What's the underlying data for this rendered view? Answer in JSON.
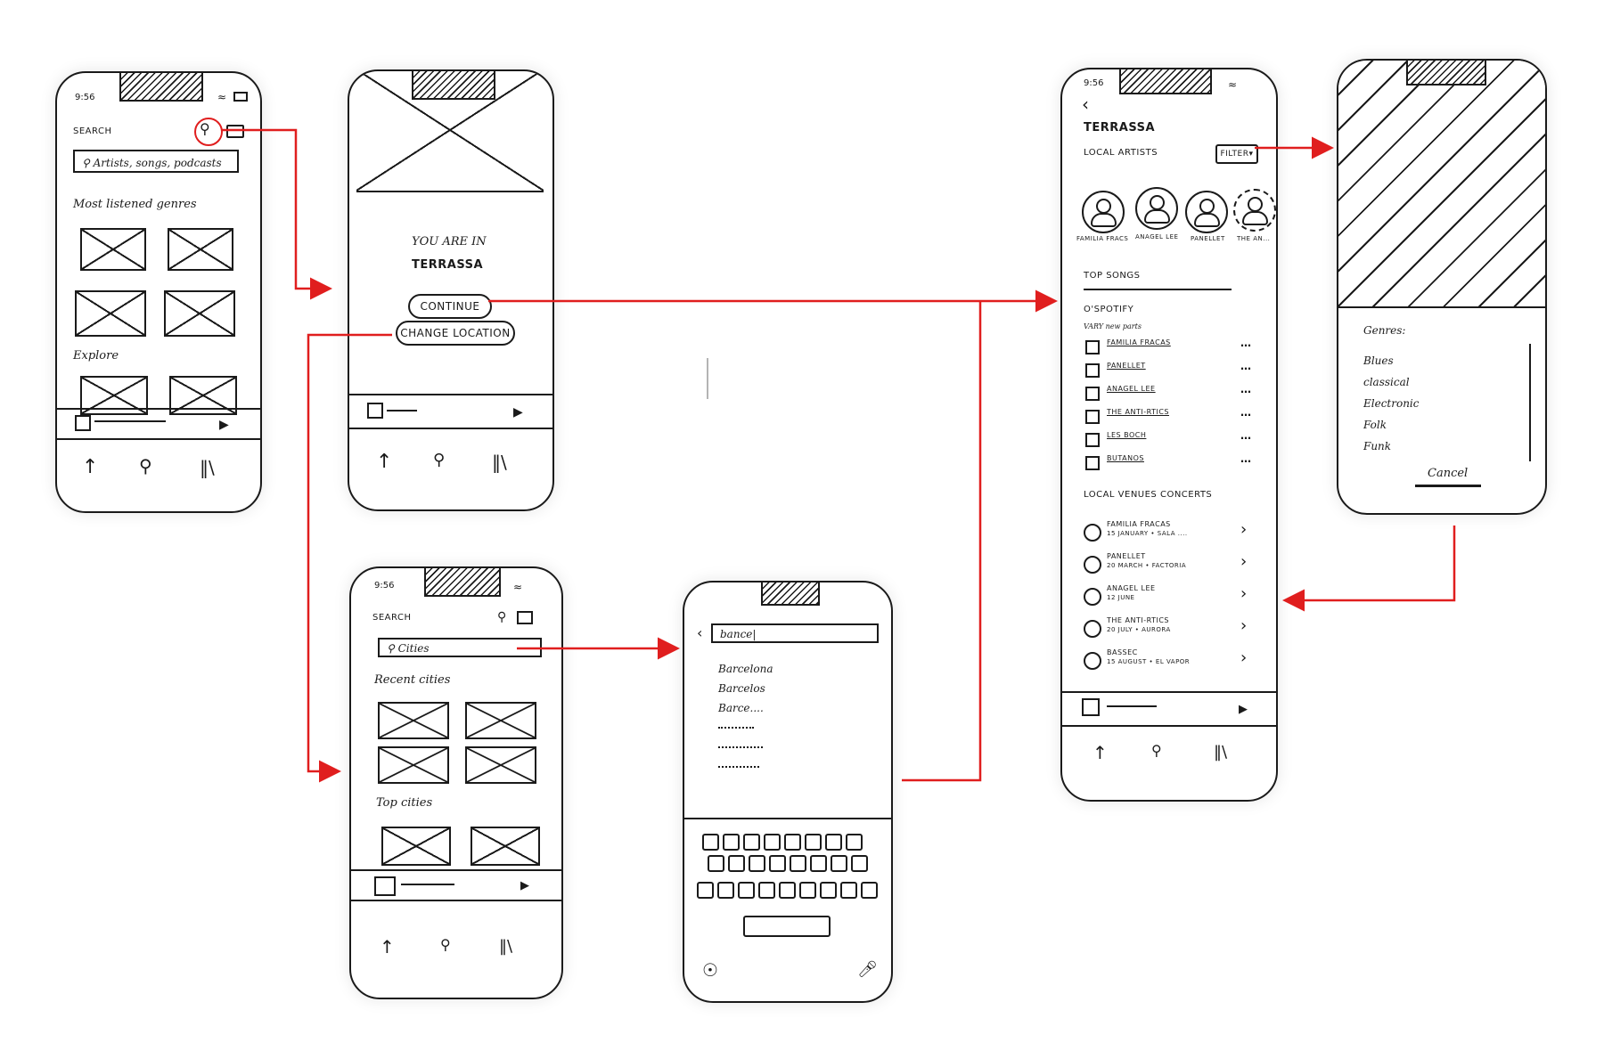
{
  "colors": {
    "ink": "#1a1a1a",
    "flow_arrow": "#e01e1e",
    "paper": "#ffffff"
  },
  "screen1": {
    "time": "9:56",
    "title": "SEARCH",
    "search_placeholder": "Artists, songs, podcasts",
    "section_genres": "Most listened genres",
    "section_explore": "Explore",
    "icons": [
      "location-pin-icon",
      "camera-icon",
      "search-icon",
      "play-icon",
      "home-icon",
      "library-icon"
    ]
  },
  "screen2": {
    "message_line1": "YOU ARE IN",
    "message_line2": "TERRASSA",
    "continue_label": "CONTINUE",
    "change_location_label": "CHANGE LOCATION"
  },
  "screen3": {
    "time": "9:56",
    "title": "SEARCH",
    "search_placeholder": "Cities",
    "section_recent": "Recent cities",
    "section_top": "Top cities"
  },
  "screen4": {
    "search_value": "bance",
    "suggestions": [
      "Barcelona",
      "Barcelos",
      "Barce...."
    ]
  },
  "screen5": {
    "time": "9:56",
    "city": "TERRASSA",
    "local_artists_label": "LOCAL ARTISTS",
    "filter_label": "FILTER",
    "artists": [
      "FAMILIA FRACS",
      "ANAGEL LEE",
      "PANELLET",
      "THE AN..."
    ],
    "top_songs_label": "TOP SONGS",
    "playlist_label": "O'SPOTIFY",
    "playlist_sub": "VARY new parts",
    "songs": [
      "FAMILIA FRACAS",
      "PANELLET",
      "ANAGEL LEE",
      "THE ANTI-RTICS",
      "LES BOCH",
      "BUTANOS"
    ],
    "venues_label": "LOCAL VENUES CONCERTS",
    "venues": [
      {
        "name": "FAMILIA FRACAS",
        "detail": "15 JANUARY • SALA ...."
      },
      {
        "name": "PANELLET",
        "detail": "20 MARCH • FACTORIA"
      },
      {
        "name": "ANAGEL LEE",
        "detail": "12 JUNE"
      },
      {
        "name": "THE ANTI-RTICS",
        "detail": "20 JULY • AURORA"
      },
      {
        "name": "BASSEC",
        "detail": "15 AUGUST • EL VAPOR"
      }
    ]
  },
  "screen6": {
    "genres_label": "Genres:",
    "genres": [
      "Blues",
      "classical",
      "Electronic",
      "Folk",
      "Funk"
    ],
    "cancel_label": "Cancel"
  }
}
